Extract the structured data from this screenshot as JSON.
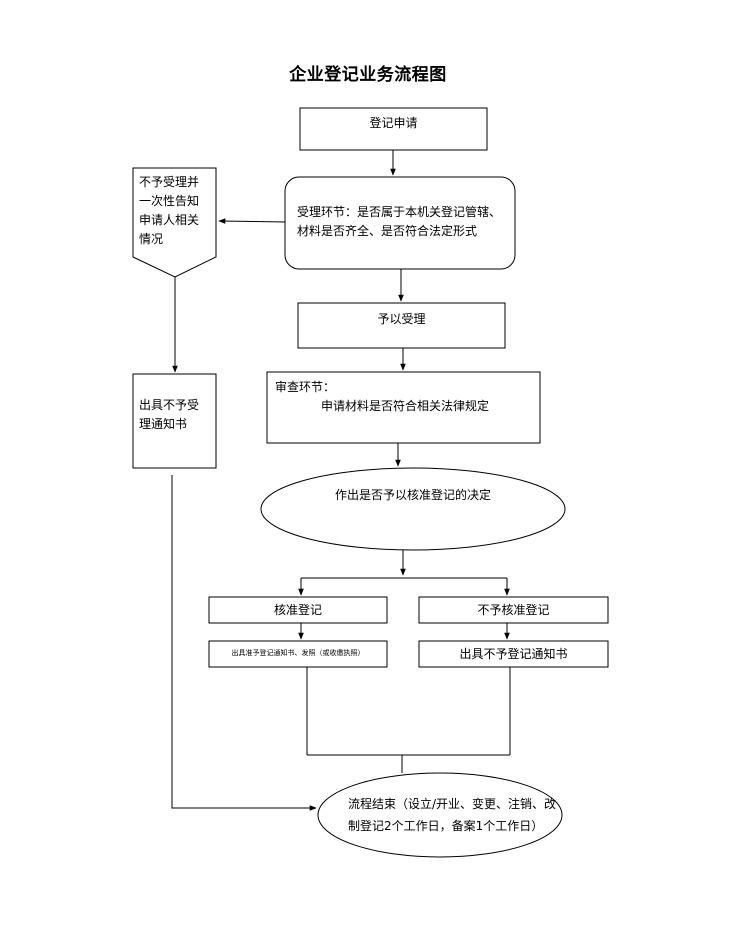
{
  "title": "企业登记业务流程图",
  "nodes": {
    "apply": "登记申请",
    "accept_check": [
      "受理环节：是否属于本机关登记管辖、",
      "材料是否齐全、是否符合法定形式"
    ],
    "reject_notice": [
      "不予受理并",
      "一次性告知",
      "申请人相关",
      "情况"
    ],
    "accepted": "予以受理",
    "issue_reject": [
      "出具不予受",
      "理通知书"
    ],
    "review_label": "审查环节：",
    "review_text": "申请材料是否符合相关法律规定",
    "decision": "作出是否予以核准登记的决定",
    "approve": "核准登记",
    "not_approve": "不予核准登记",
    "issue_approve": "出具准予登记通知书、发照（或收缴执照）",
    "issue_not_approve": "出具不予登记通知书",
    "end": [
      "流程结束（设立/开业、变更、注销、改",
      "制登记2个工作日，备案1个工作日）"
    ]
  }
}
